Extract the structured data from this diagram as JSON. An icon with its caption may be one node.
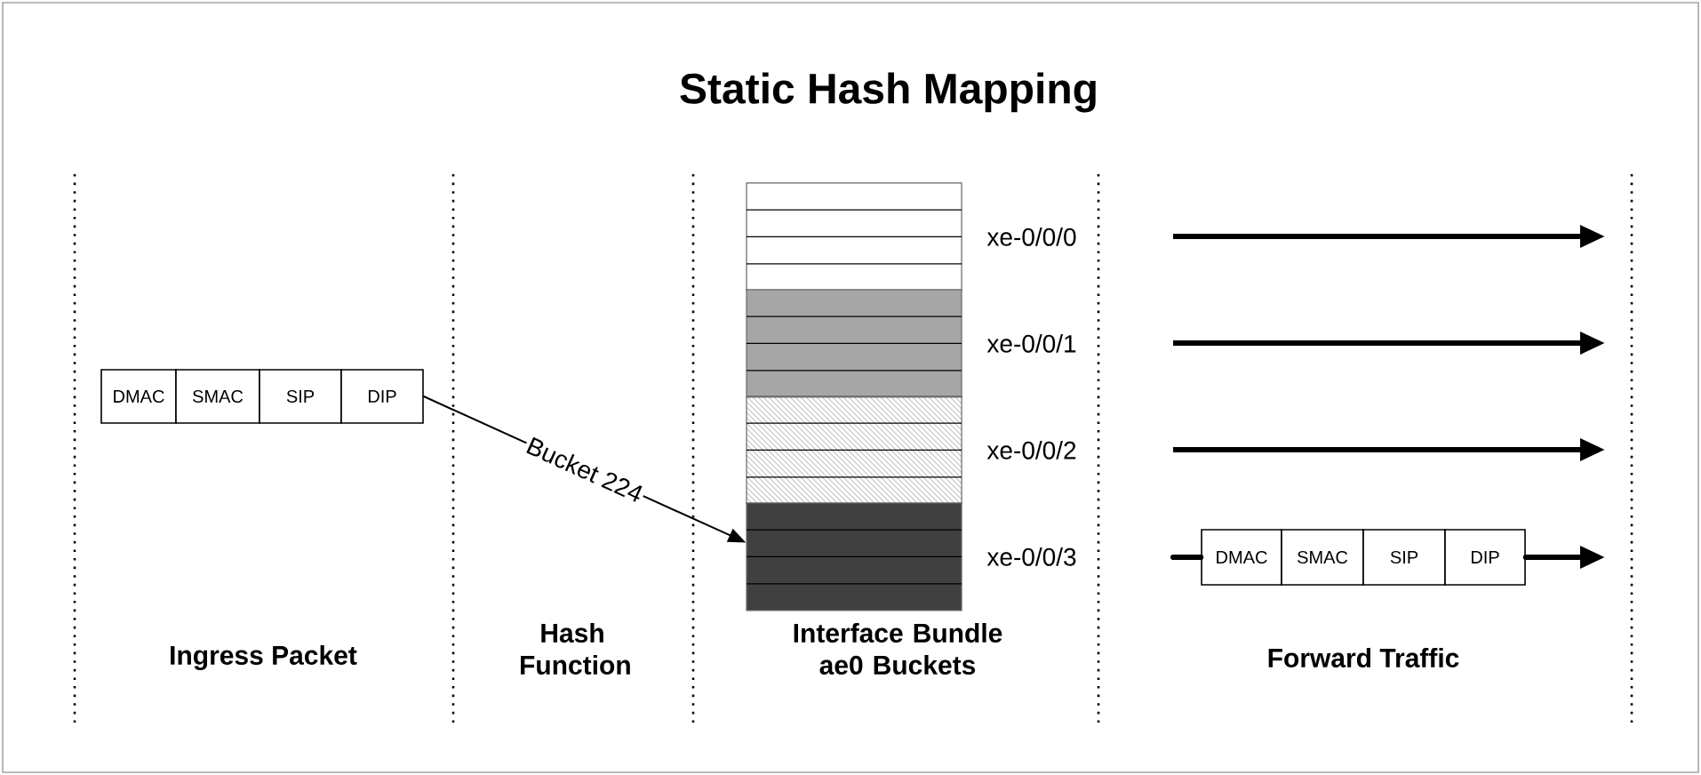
{
  "diagram": {
    "title": "Static Hash Mapping",
    "nodes": [
      {
        "text": [
          "DMAC"
        ]
      },
      {
        "text": [
          "SMAC"
        ]
      },
      {
        "text": [
          "SIP"
        ]
      },
      {
        "text": [
          "DIP"
        ]
      },
      {
        "text": [],
        "shape": "box",
        "beside": [
          "xe-0/0/0"
        ]
      },
      {
        "text": [],
        "shape": "box",
        "beside": [
          "xe-0/0/1"
        ]
      },
      {
        "text": [],
        "shape": "box",
        "beside": [
          "xe-0/0/2"
        ]
      },
      {
        "text": [],
        "shape": "box",
        "beside": [
          "xe-0/0/3"
        ]
      },
      {
        "text": [
          "DMAC"
        ]
      },
      {
        "text": [
          "SMAC"
        ]
      },
      {
        "text": [
          "SIP"
        ]
      },
      {
        "text": [
          "DIP"
        ]
      }
    ],
    "edges": [
      {
        "from": 3,
        "to": 7,
        "arrow": "to",
        "label": "Bucket 224"
      },
      {
        "from": null,
        "to": 8,
        "arrow": "none"
      },
      {
        "from": 11,
        "to": null,
        "arrow": "to"
      }
    ],
    "labels": [
      "Ingress Packet",
      "Hash Function",
      "Interface Bundle ae0 Buckets",
      "Forward Traffic"
    ]
  }
}
